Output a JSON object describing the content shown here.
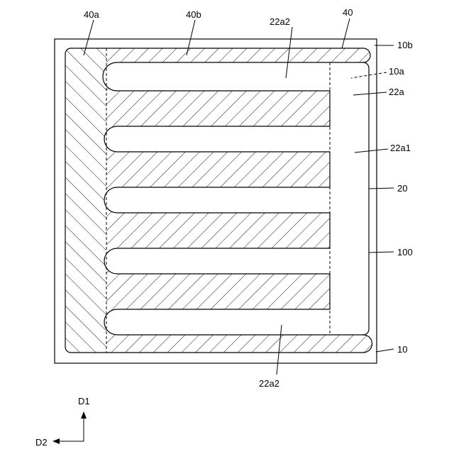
{
  "labels": {
    "l40a": "40a",
    "l40b": "40b",
    "l22a2_top": "22a2",
    "l40": "40",
    "l10b": "10b",
    "l10a": "10a",
    "l22a": "22a",
    "l22a1": "22a1",
    "l20": "20",
    "l100": "100",
    "l10": "10",
    "l22a2_bottom": "22a2",
    "d1": "D1",
    "d2": "D2"
  },
  "colors": {
    "stroke": "#000000",
    "background": "#ffffff"
  }
}
